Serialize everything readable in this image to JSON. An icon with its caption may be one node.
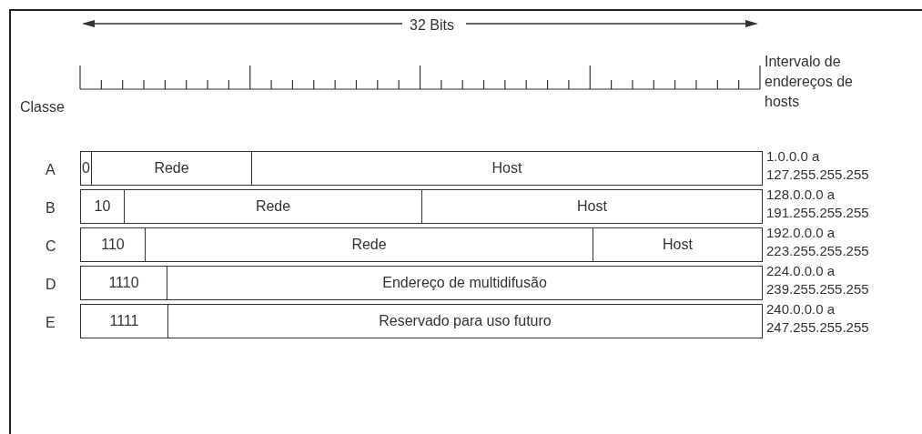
{
  "diagram": {
    "nodes": [
      {
        "text": [],
        "shape": "bar",
        "beside": [
          "A",
          "1.0.0.0 a 127.255.255.255"
        ]
      },
      {
        "text": [
          "0"
        ],
        "in": 0
      },
      {
        "text": [
          "Rede"
        ],
        "in": 0
      },
      {
        "text": [
          "Host"
        ],
        "in": 0
      },
      {
        "text": [],
        "shape": "bar",
        "beside": [
          "B",
          "128.0.0.0 a 191.255.255.255"
        ]
      },
      {
        "text": [
          "10"
        ],
        "in": 4
      },
      {
        "text": [
          "Rede"
        ],
        "in": 4
      },
      {
        "text": [
          "Host"
        ],
        "in": 4
      },
      {
        "text": [],
        "shape": "bar",
        "beside": [
          "C",
          "192.0.0.0 a 223.255.255.255"
        ]
      },
      {
        "text": [
          "110"
        ],
        "in": 8
      },
      {
        "text": [
          "Rede"
        ],
        "in": 8
      },
      {
        "text": [
          "Host"
        ],
        "in": 8
      },
      {
        "text": [],
        "shape": "bar",
        "beside": [
          "D",
          "224.0.0.0 a 239.255.255.255"
        ]
      },
      {
        "text": [
          "1110"
        ],
        "in": 12
      },
      {
        "text": [
          "Endereço de multidifusão"
        ],
        "in": 12
      },
      {
        "text": [],
        "shape": "bar",
        "beside": [
          "E",
          "240.0.0.0 a 247.255.255.255"
        ]
      },
      {
        "text": [
          "1111"
        ],
        "in": 15
      },
      {
        "text": [
          "Reservado para uso futuro"
        ],
        "in": 15
      }
    ],
    "labels": [
      "32 Bits",
      "Intervalo de endereços de hosts",
      "Classe"
    ]
  }
}
